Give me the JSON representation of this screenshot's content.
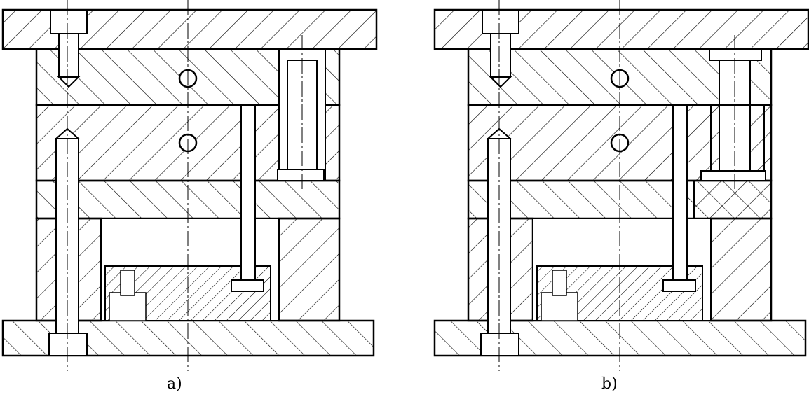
{
  "figure": {
    "panels": [
      {
        "id": "a",
        "caption": "a)",
        "variant": "guide-pin-in-upper-block"
      },
      {
        "id": "b",
        "caption": "b)",
        "variant": "guide-pin-in-lower-bushing"
      }
    ],
    "colors": {
      "ink": "#000000",
      "paper": "#ffffff"
    },
    "hatch_style": "diagonal-45-degree"
  }
}
